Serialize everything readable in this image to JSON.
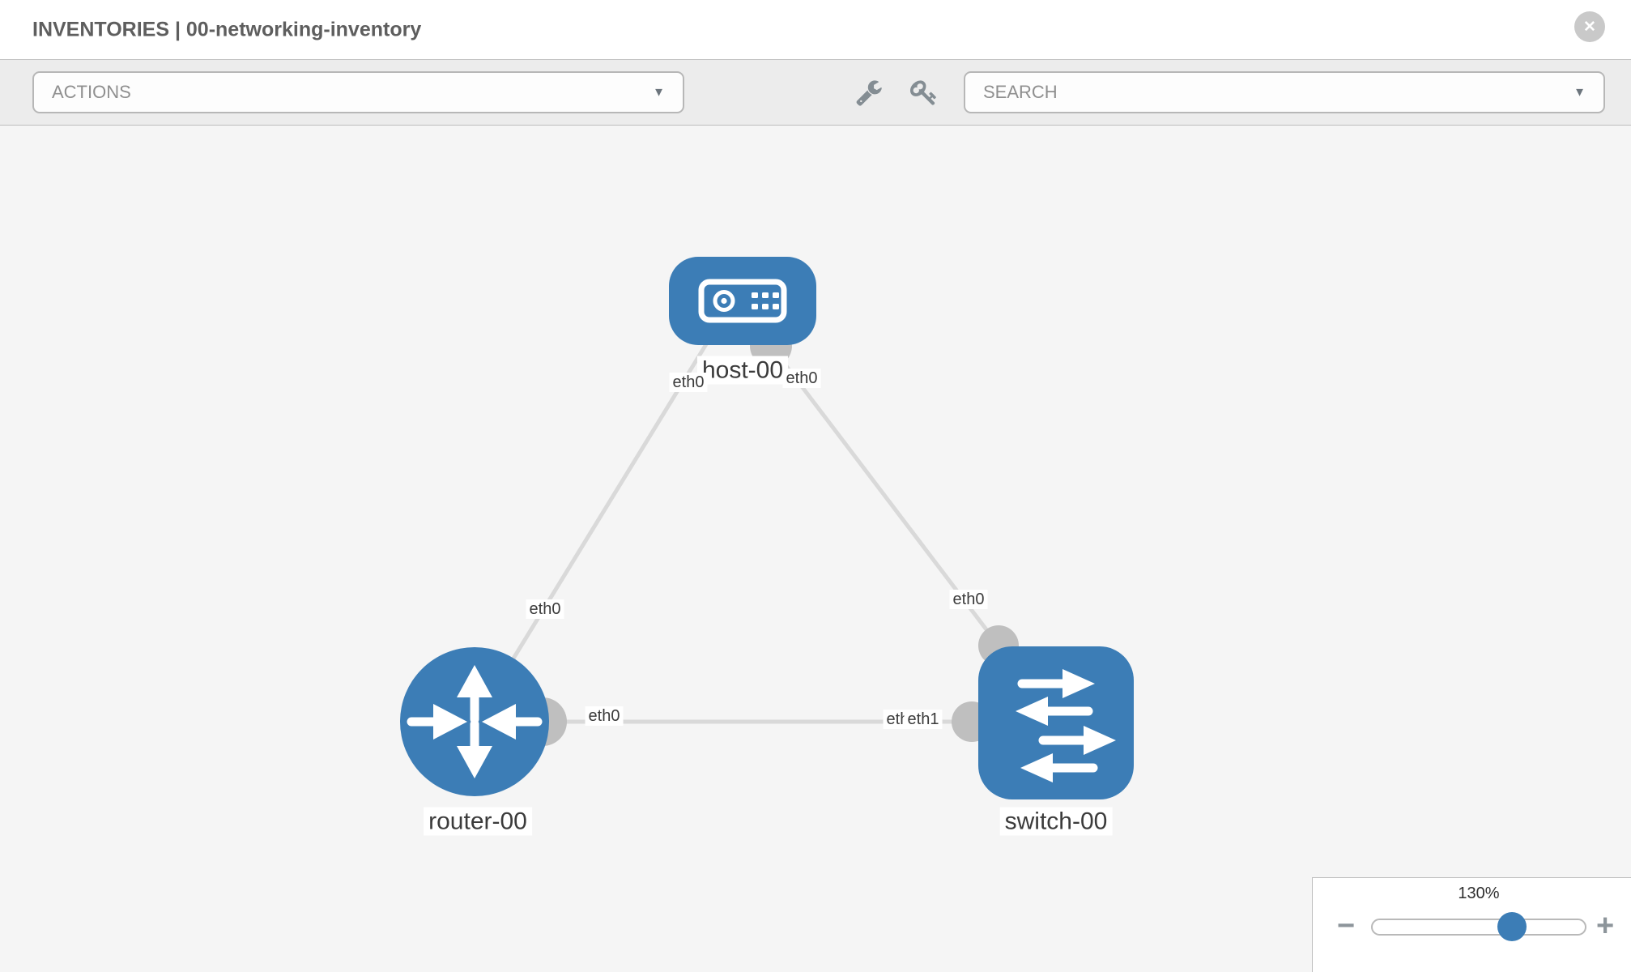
{
  "header": {
    "title": "INVENTORIES | 00-networking-inventory"
  },
  "toolbar": {
    "actions_label": "ACTIONS",
    "search_label": "SEARCH"
  },
  "icons": {
    "actions_caret": "▼",
    "search_caret": "▼",
    "close": "✕",
    "wrench": "wrench-icon",
    "key": "key-icon"
  },
  "topology": {
    "nodes": [
      {
        "id": "host-00",
        "type": "host",
        "label": "host-00"
      },
      {
        "id": "router-00",
        "type": "router",
        "label": "router-00"
      },
      {
        "id": "switch-00",
        "type": "switch",
        "label": "switch-00"
      }
    ],
    "links": [
      {
        "from": "host-00",
        "to": "router-00",
        "from_interface": "eth0",
        "to_interface": "eth0"
      },
      {
        "from": "host-00",
        "to": "switch-00",
        "from_interface": "eth0",
        "to_interface": "eth0"
      },
      {
        "from": "router-00",
        "to": "switch-00",
        "from_interface": "eth0",
        "to_interface": "eth1"
      }
    ],
    "interfaces": [
      {
        "label": "eth0"
      },
      {
        "label": "eth0"
      },
      {
        "label": "eth0"
      },
      {
        "label": "eth0"
      },
      {
        "label": "eth0"
      },
      {
        "label": "eth0"
      },
      {
        "label": "eth1"
      }
    ],
    "colors": {
      "node_fill": "#3c7db6",
      "link": "#d9d9d9",
      "endpoint": "#bfbfbf",
      "label_text": "#3b3b3b"
    }
  },
  "zoom": {
    "value": "130%",
    "percent": 130,
    "minus_label": "−",
    "plus_label": "+"
  }
}
